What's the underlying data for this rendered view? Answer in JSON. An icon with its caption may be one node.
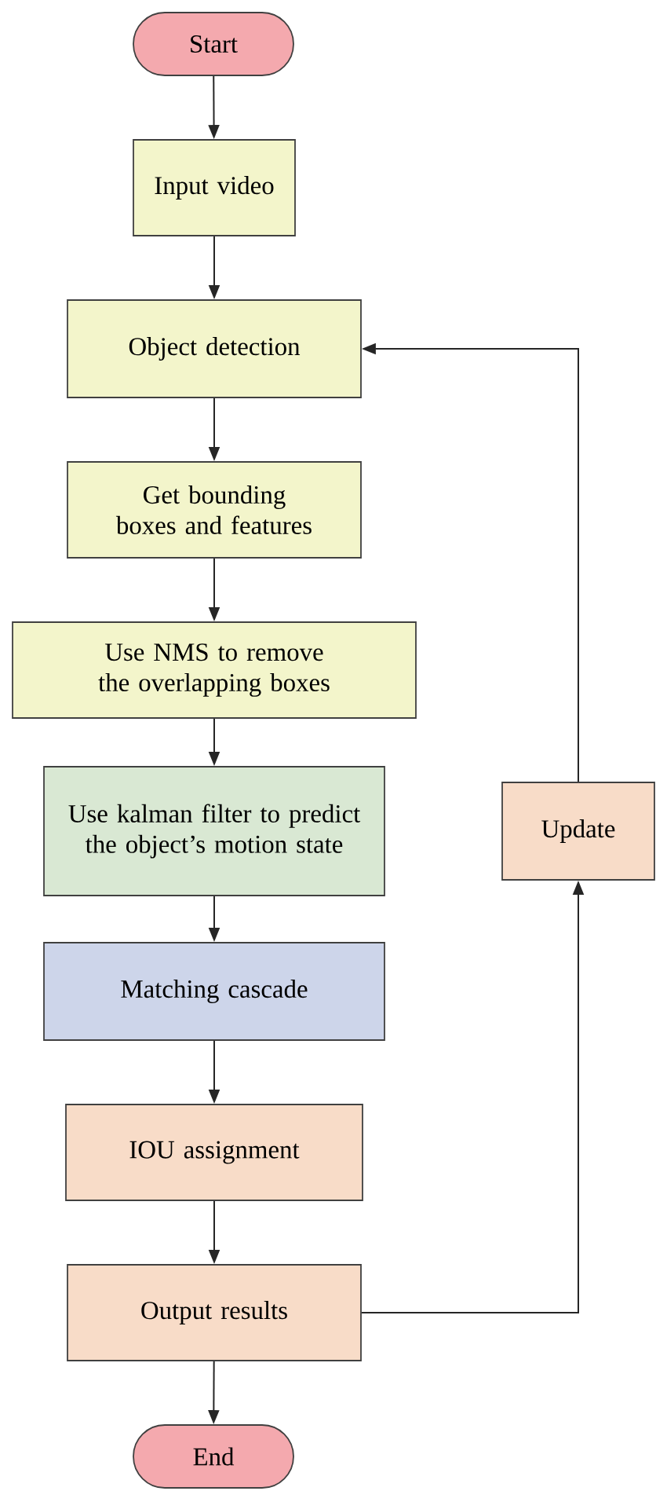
{
  "diagram": {
    "nodes": [
      {
        "text": [
          "Start"
        ]
      },
      {
        "text": [
          "Input video"
        ]
      },
      {
        "text": [
          "Object detection"
        ]
      },
      {
        "text": [
          "Get bounding boxes and features"
        ]
      },
      {
        "text": [
          "Use NMS to remove the overlapping boxes"
        ]
      },
      {
        "text": [
          "Use kalman filter to predict the object’s motion state"
        ]
      },
      {
        "text": [
          "Matching cascade"
        ]
      },
      {
        "text": [
          "IOU assignment"
        ]
      },
      {
        "text": [
          "Output results"
        ]
      },
      {
        "text": [
          "End"
        ]
      },
      {
        "text": [
          "Update"
        ]
      }
    ],
    "edges": [
      {
        "from": 0,
        "to": 1,
        "arrow": "to"
      },
      {
        "from": 1,
        "to": 2,
        "arrow": "to"
      },
      {
        "from": 2,
        "to": 3,
        "arrow": "to"
      },
      {
        "from": 3,
        "to": 4,
        "arrow": "to"
      },
      {
        "from": 4,
        "to": 5,
        "arrow": "to"
      },
      {
        "from": 5,
        "to": 6,
        "arrow": "to"
      },
      {
        "from": 6,
        "to": 7,
        "arrow": "to"
      },
      {
        "from": 7,
        "to": 8,
        "arrow": "to"
      },
      {
        "from": 8,
        "to": 9,
        "arrow": "to"
      },
      {
        "from": 8,
        "to": 10,
        "arrow": "to"
      },
      {
        "from": 10,
        "to": 2,
        "arrow": "to"
      }
    ]
  }
}
